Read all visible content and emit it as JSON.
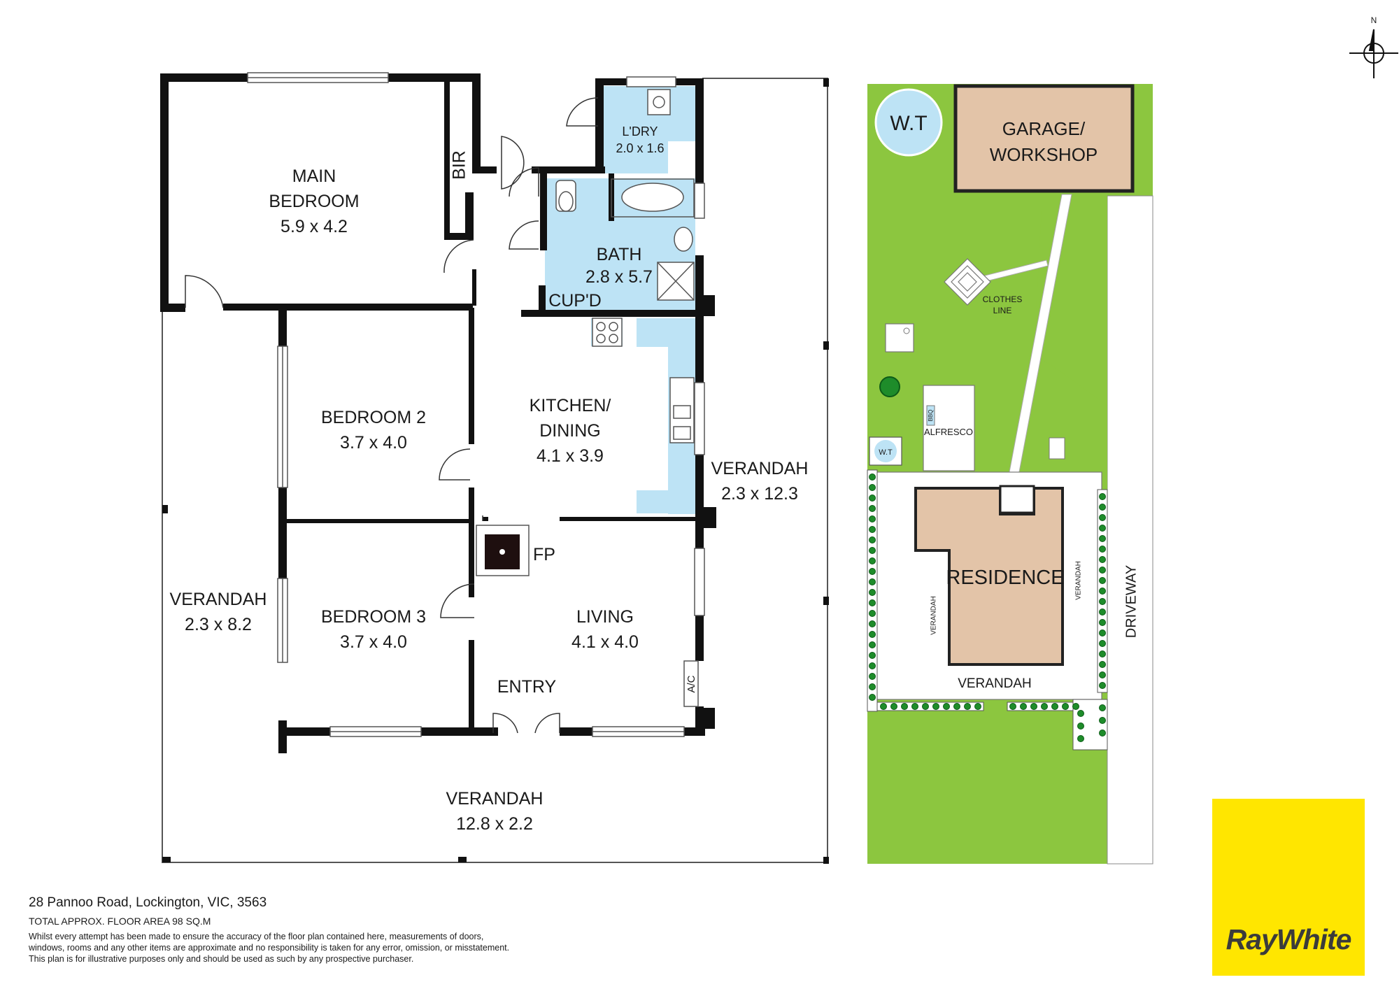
{
  "rooms": {
    "main_bedroom": {
      "line1": "MAIN",
      "line2": "BEDROOM",
      "size": "5.9 x 4.2"
    },
    "bir": "BIR",
    "laundry": {
      "name": "L'DRY",
      "size": "2.0 x 1.6"
    },
    "bath": {
      "name": "BATH",
      "size": "2.8 x 5.7"
    },
    "cupboard": "CUP'D",
    "bedroom2": {
      "name": "BEDROOM 2",
      "size": "3.7 x 4.0"
    },
    "kitchen": {
      "line1": "KITCHEN/",
      "line2": "DINING",
      "size": "4.1 x 3.9"
    },
    "fireplace": "FP",
    "bedroom3": {
      "name": "BEDROOM 3",
      "size": "3.7 x 4.0"
    },
    "living": {
      "name": "LIVING",
      "size": "4.1 x 4.0"
    },
    "entry": "ENTRY",
    "aircon": "A/C",
    "verandah_west": {
      "name": "VERANDAH",
      "size": "2.3 x 8.2"
    },
    "verandah_east": {
      "name": "VERANDAH",
      "size": "2.3 x 12.3"
    },
    "verandah_south": {
      "name": "VERANDAH",
      "size": "12.8 x 2.2"
    }
  },
  "site": {
    "water_tank": "W.T",
    "water_tank_small": "W.T",
    "garage_line1": "GARAGE/",
    "garage_line2": "WORKSHOP",
    "clothes_line1": "CLOTHES",
    "clothes_line2": "LINE",
    "bbq": "BBQ",
    "alfresco": "ALFRESCO",
    "residence": "RESIDENCE",
    "verandah_left": "VERANDAH",
    "verandah_right": "VERANDAH",
    "verandah_bottom": "VERANDAH",
    "driveway": "DRIVEWAY"
  },
  "compass": {
    "label": "N"
  },
  "footer": {
    "address": "28 Pannoo Road, Lockington, VIC, 3563",
    "area": "TOTAL APPROX. FLOOR AREA 98 SQ.M",
    "disclaimer_1": "Whilst every attempt has been made to ensure the accuracy of the floor plan contained here, measurements of doors,",
    "disclaimer_2": "windows, rooms and any other items are approximate and no responsibility is taken for any error, omission, or misstatement.",
    "disclaimer_3": "This plan is for illustrative purposes only and should be used as such by any prospective purchaser."
  },
  "brand": {
    "name": "RayWhite"
  },
  "colors": {
    "wall": "#111111",
    "wet_area": "#bde3f5",
    "lawn": "#8cc63f",
    "building": "#e3c4a8",
    "tank": "#bde3f5",
    "brand_yellow": "#ffe600",
    "hedge": "#1e8c2a"
  }
}
